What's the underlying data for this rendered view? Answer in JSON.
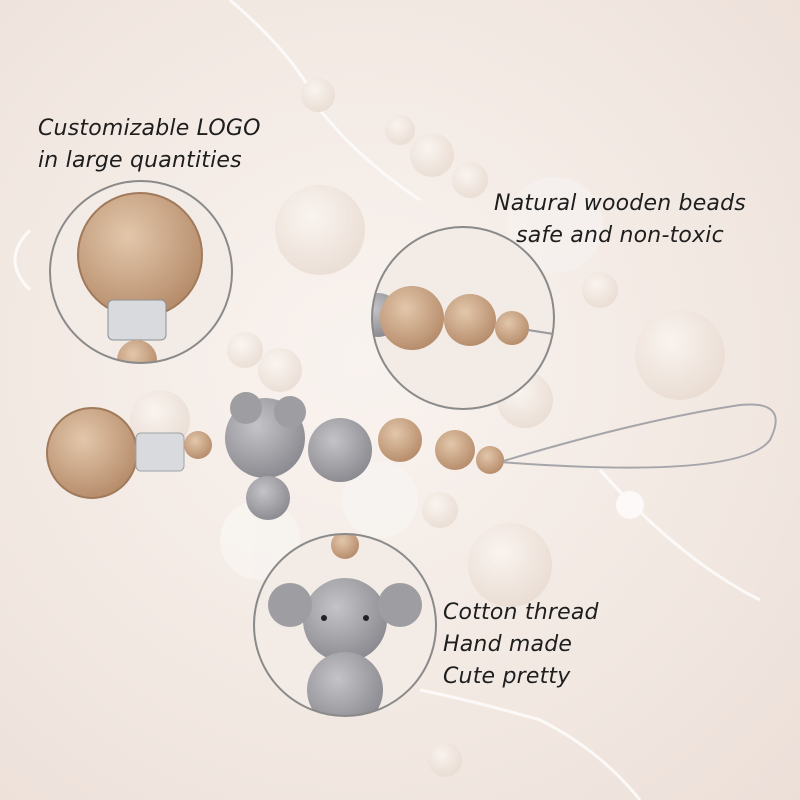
{
  "captions": {
    "logo": [
      "Customizable LOGO",
      "in large quantities"
    ],
    "beads": [
      "Natural wooden beads",
      "safe and non-toxic"
    ],
    "cotton": [
      "Cotton thread",
      "Hand made",
      "Cute pretty"
    ]
  },
  "colors": {
    "background": "#f3e9e3",
    "wood": "#c9a789",
    "crochet_gray": "#a9a9ad",
    "circle_border": "#8a8a8a"
  }
}
